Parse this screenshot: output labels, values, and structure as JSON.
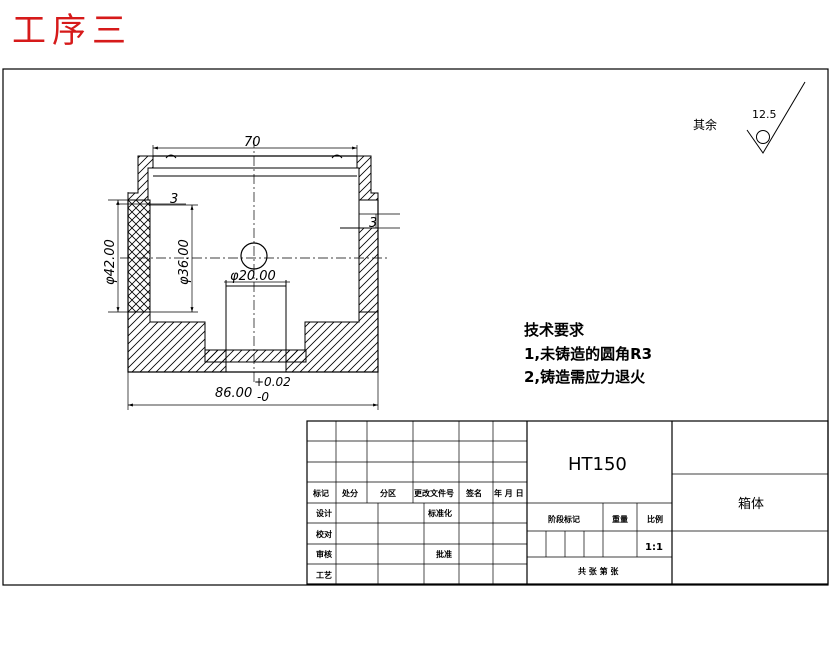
{
  "page_title": "工序三",
  "dimensions": {
    "top_width": "70",
    "wall": "3",
    "wall_right": "3",
    "outer_dia": "φ42.00",
    "inner_dia": "φ36.00",
    "hole_dia": "φ20.00",
    "bottom_width": "86.00",
    "tol_upper": "+0.02",
    "tol_lower": "-0"
  },
  "surface": {
    "other_label": "其余",
    "roughness": "12.5"
  },
  "tech": {
    "heading": "技术要求",
    "note1": "1,未铸造的圆角R3",
    "note2": "2,铸造需应力退火"
  },
  "titleblock": {
    "material": "HT150",
    "part_name": "箱体",
    "biaoji": "标记",
    "chushu": "处分",
    "fenqu": "分区",
    "gengwen": "更改文件号",
    "qianming": "签名",
    "nianyueri": "年 月 日",
    "sheji": "设计",
    "biaozhunhua": "标准化",
    "jiaodui": "校对",
    "shenhe": "审核",
    "pizhun": "批准",
    "gongyi": "工艺",
    "jieduan": "阶段标记",
    "zhongliang": "重量",
    "bili": "比例",
    "ratio": "1:1",
    "sheets": "共 张 第 张"
  }
}
